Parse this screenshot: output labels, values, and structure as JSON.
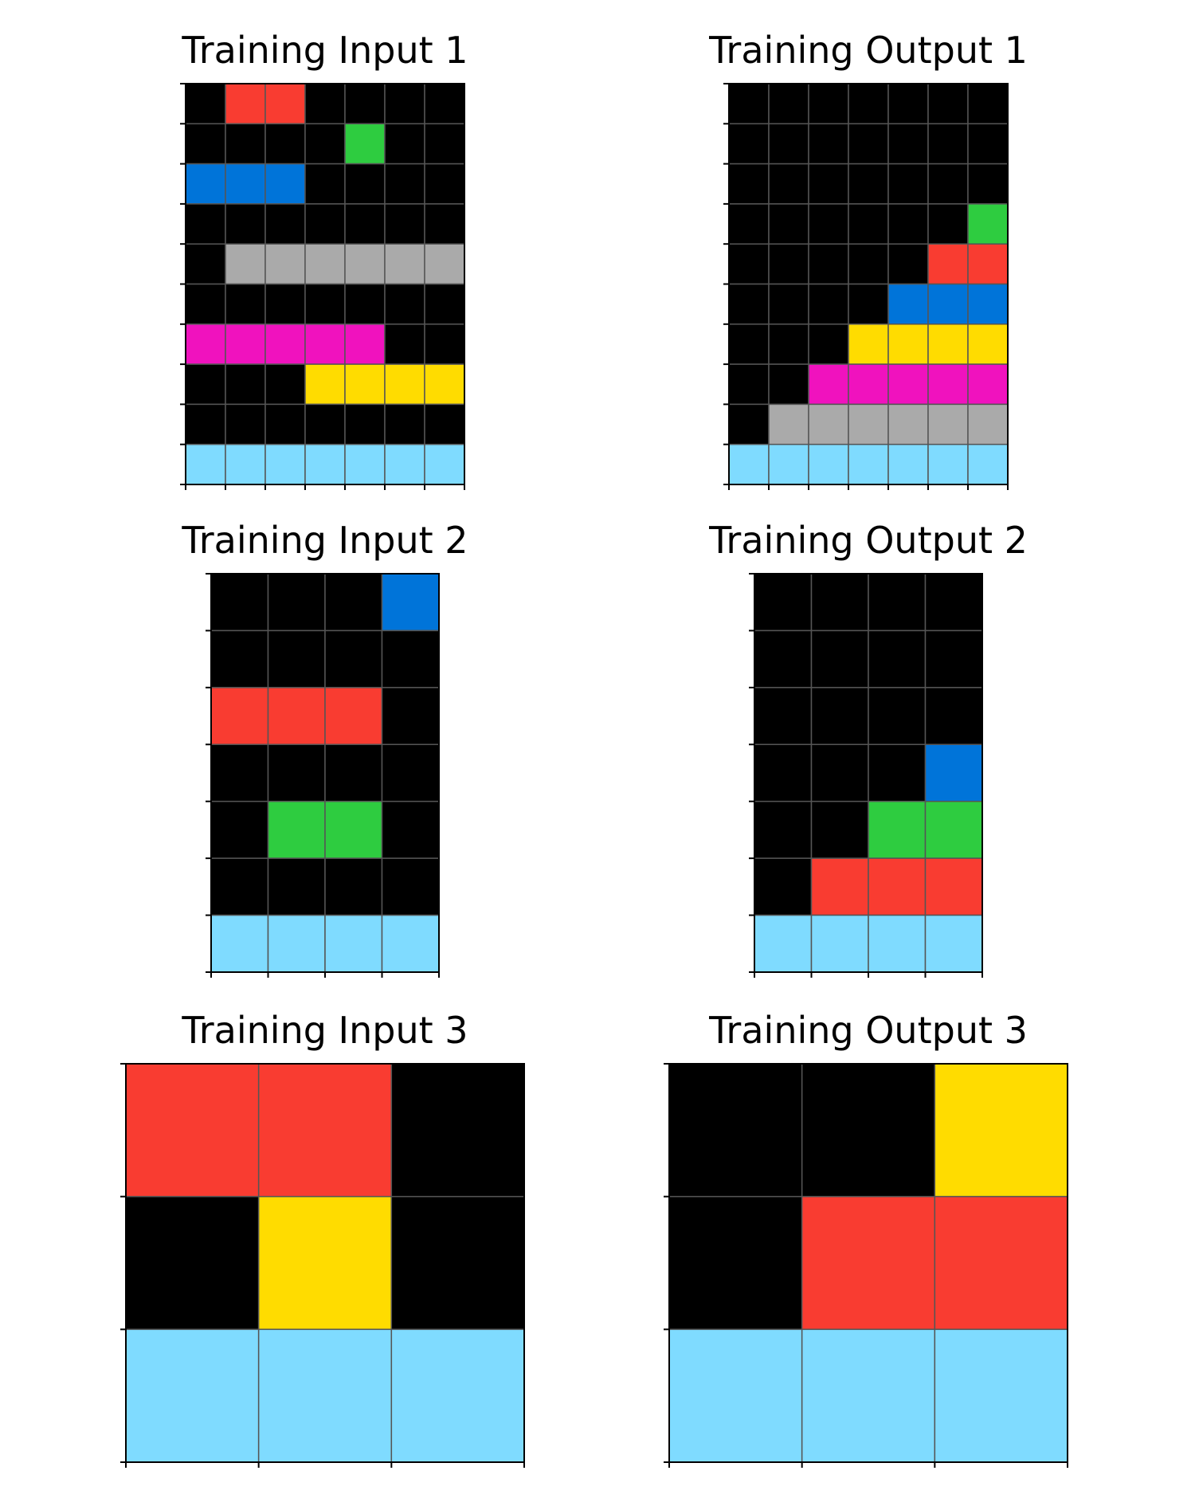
{
  "palette": {
    "0": "#000000",
    "2": "#F93C31",
    "3": "#2ECC40",
    "1": "#0074D9",
    "5": "#AAAAAA",
    "6": "#F012BE",
    "4": "#FFDC00",
    "8": "#7FDBFF"
  },
  "grid_line_color": "#555555",
  "panels": [
    {
      "id": "training-input-1",
      "title": "Training Input 1",
      "grid": [
        [
          0,
          2,
          2,
          0,
          0,
          0,
          0
        ],
        [
          0,
          0,
          0,
          0,
          3,
          0,
          0
        ],
        [
          1,
          1,
          1,
          0,
          0,
          0,
          0
        ],
        [
          0,
          0,
          0,
          0,
          0,
          0,
          0
        ],
        [
          0,
          5,
          5,
          5,
          5,
          5,
          5
        ],
        [
          0,
          0,
          0,
          0,
          0,
          0,
          0
        ],
        [
          6,
          6,
          6,
          6,
          6,
          0,
          0
        ],
        [
          0,
          0,
          0,
          4,
          4,
          4,
          4
        ],
        [
          0,
          0,
          0,
          0,
          0,
          0,
          0
        ],
        [
          8,
          8,
          8,
          8,
          8,
          8,
          8
        ]
      ]
    },
    {
      "id": "training-output-1",
      "title": "Training Output 1",
      "grid": [
        [
          0,
          0,
          0,
          0,
          0,
          0,
          0
        ],
        [
          0,
          0,
          0,
          0,
          0,
          0,
          0
        ],
        [
          0,
          0,
          0,
          0,
          0,
          0,
          0
        ],
        [
          0,
          0,
          0,
          0,
          0,
          0,
          3
        ],
        [
          0,
          0,
          0,
          0,
          0,
          2,
          2
        ],
        [
          0,
          0,
          0,
          0,
          1,
          1,
          1
        ],
        [
          0,
          0,
          0,
          4,
          4,
          4,
          4
        ],
        [
          0,
          0,
          6,
          6,
          6,
          6,
          6
        ],
        [
          0,
          5,
          5,
          5,
          5,
          5,
          5
        ],
        [
          8,
          8,
          8,
          8,
          8,
          8,
          8
        ]
      ]
    },
    {
      "id": "training-input-2",
      "title": "Training Input 2",
      "grid": [
        [
          0,
          0,
          0,
          1
        ],
        [
          0,
          0,
          0,
          0
        ],
        [
          2,
          2,
          2,
          0
        ],
        [
          0,
          0,
          0,
          0
        ],
        [
          0,
          3,
          3,
          0
        ],
        [
          0,
          0,
          0,
          0
        ],
        [
          8,
          8,
          8,
          8
        ]
      ]
    },
    {
      "id": "training-output-2",
      "title": "Training Output 2",
      "grid": [
        [
          0,
          0,
          0,
          0
        ],
        [
          0,
          0,
          0,
          0
        ],
        [
          0,
          0,
          0,
          0
        ],
        [
          0,
          0,
          0,
          1
        ],
        [
          0,
          0,
          3,
          3
        ],
        [
          0,
          2,
          2,
          2
        ],
        [
          8,
          8,
          8,
          8
        ]
      ]
    },
    {
      "id": "training-input-3",
      "title": "Training Input 3",
      "grid": [
        [
          2,
          2,
          0
        ],
        [
          0,
          4,
          0
        ],
        [
          8,
          8,
          8
        ]
      ]
    },
    {
      "id": "training-output-3",
      "title": "Training Output 3",
      "grid": [
        [
          0,
          0,
          4
        ],
        [
          0,
          2,
          2
        ],
        [
          8,
          8,
          8
        ]
      ]
    }
  ]
}
